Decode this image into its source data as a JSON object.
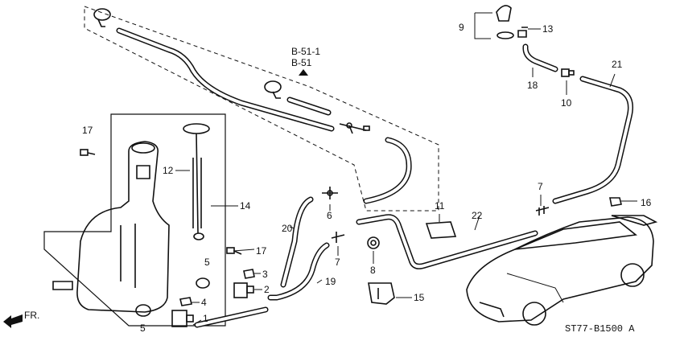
{
  "diagram": {
    "reference": {
      "line1": "B-51-1",
      "line2": "B-51"
    },
    "front_label": "FR.",
    "figure_code": "ST77-B1500 A",
    "callouts": [
      {
        "id": "c1",
        "text": "1"
      },
      {
        "id": "c2",
        "text": "2"
      },
      {
        "id": "c3",
        "text": "3"
      },
      {
        "id": "c4",
        "text": "4"
      },
      {
        "id": "c5a",
        "text": "5"
      },
      {
        "id": "c5b",
        "text": "5"
      },
      {
        "id": "c6",
        "text": "6"
      },
      {
        "id": "c7a",
        "text": "7"
      },
      {
        "id": "c7b",
        "text": "7"
      },
      {
        "id": "c8",
        "text": "8"
      },
      {
        "id": "c9",
        "text": "9"
      },
      {
        "id": "c10",
        "text": "10"
      },
      {
        "id": "c11",
        "text": "11"
      },
      {
        "id": "c12",
        "text": "12"
      },
      {
        "id": "c13",
        "text": "13"
      },
      {
        "id": "c14",
        "text": "14"
      },
      {
        "id": "c15",
        "text": "15"
      },
      {
        "id": "c16",
        "text": "16"
      },
      {
        "id": "c17a",
        "text": "17"
      },
      {
        "id": "c17b",
        "text": "17"
      },
      {
        "id": "c18",
        "text": "18"
      },
      {
        "id": "c19",
        "text": "19"
      },
      {
        "id": "c20",
        "text": "20"
      },
      {
        "id": "c21",
        "text": "21"
      },
      {
        "id": "c22",
        "text": "22"
      }
    ]
  }
}
